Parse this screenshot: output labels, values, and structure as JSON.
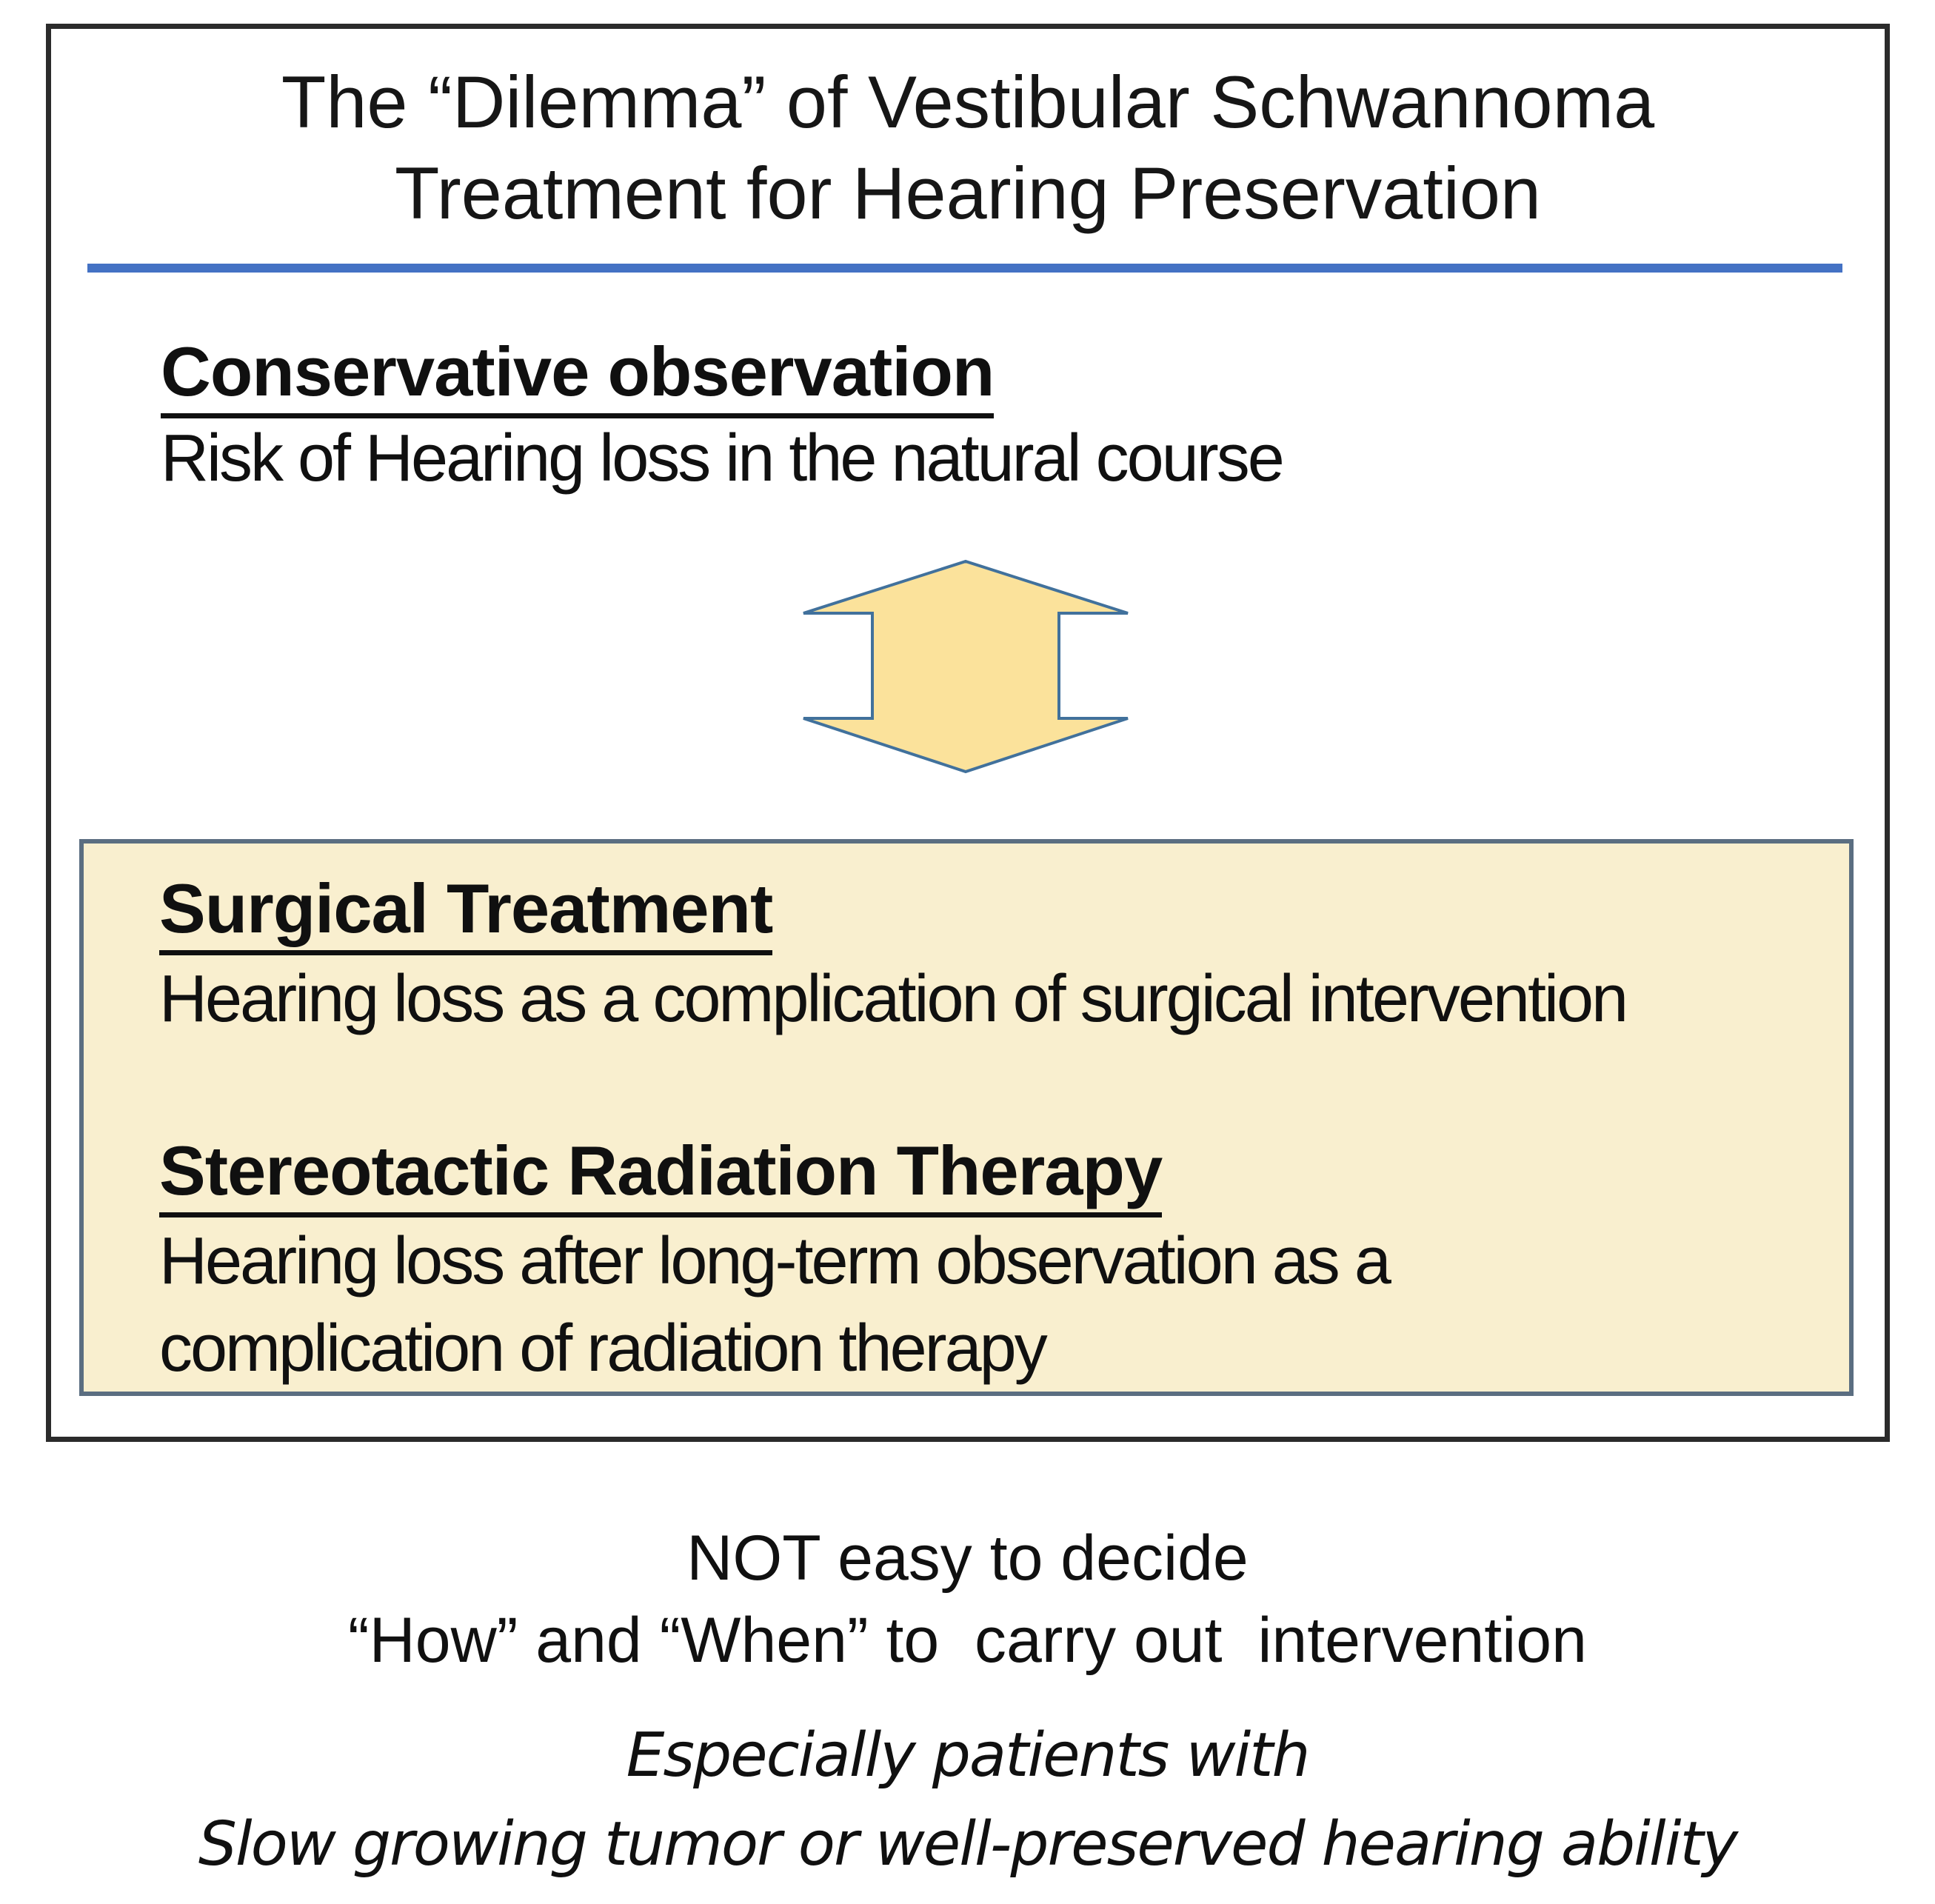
{
  "title": {
    "line1": "The “Dilemma” of Vestibular Schwannoma",
    "line2": "Treatment for Hearing Preservation"
  },
  "conservative": {
    "heading": "Conservative observation",
    "body": "Risk of Hearing loss in the natural course"
  },
  "arrow": {
    "name": "up-down-double-arrow",
    "fill": "#FBE29B",
    "stroke": "#41719C"
  },
  "treatment_box": {
    "surgical": {
      "heading": "Surgical Treatment",
      "body": "Hearing loss as a complication of surgical intervention"
    },
    "radiation": {
      "heading": "Stereotactic Radiation Therapy",
      "body_lines": [
        "Hearing loss after long-term observation as a",
        "complication of radiation therapy"
      ]
    }
  },
  "conclusion": {
    "line1": "NOT easy to decide",
    "line2": "“How” and “When” to  carry out  intervention"
  },
  "emphasis": {
    "line1": "Especially patients with",
    "line2": "Slow growing tumor or well-preserved hearing ability"
  },
  "colors": {
    "text": "#141414",
    "outer_border": "#2B2B2B",
    "divider_blue": "#4472C4",
    "arrow_fill": "#FBE29B",
    "arrow_stroke": "#41719C",
    "box_fill": "#F9EFCF",
    "box_border": "#5B6E81"
  }
}
